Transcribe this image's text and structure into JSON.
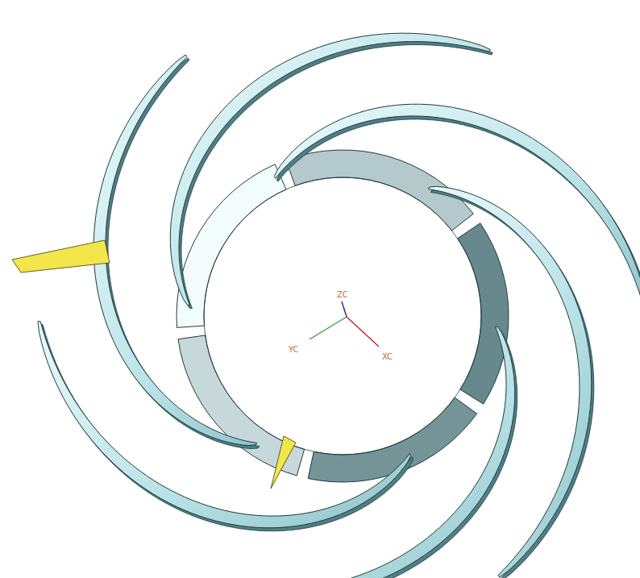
{
  "diagram": {
    "labels": [
      "ZC",
      "YC",
      "XC"
    ]
  }
}
